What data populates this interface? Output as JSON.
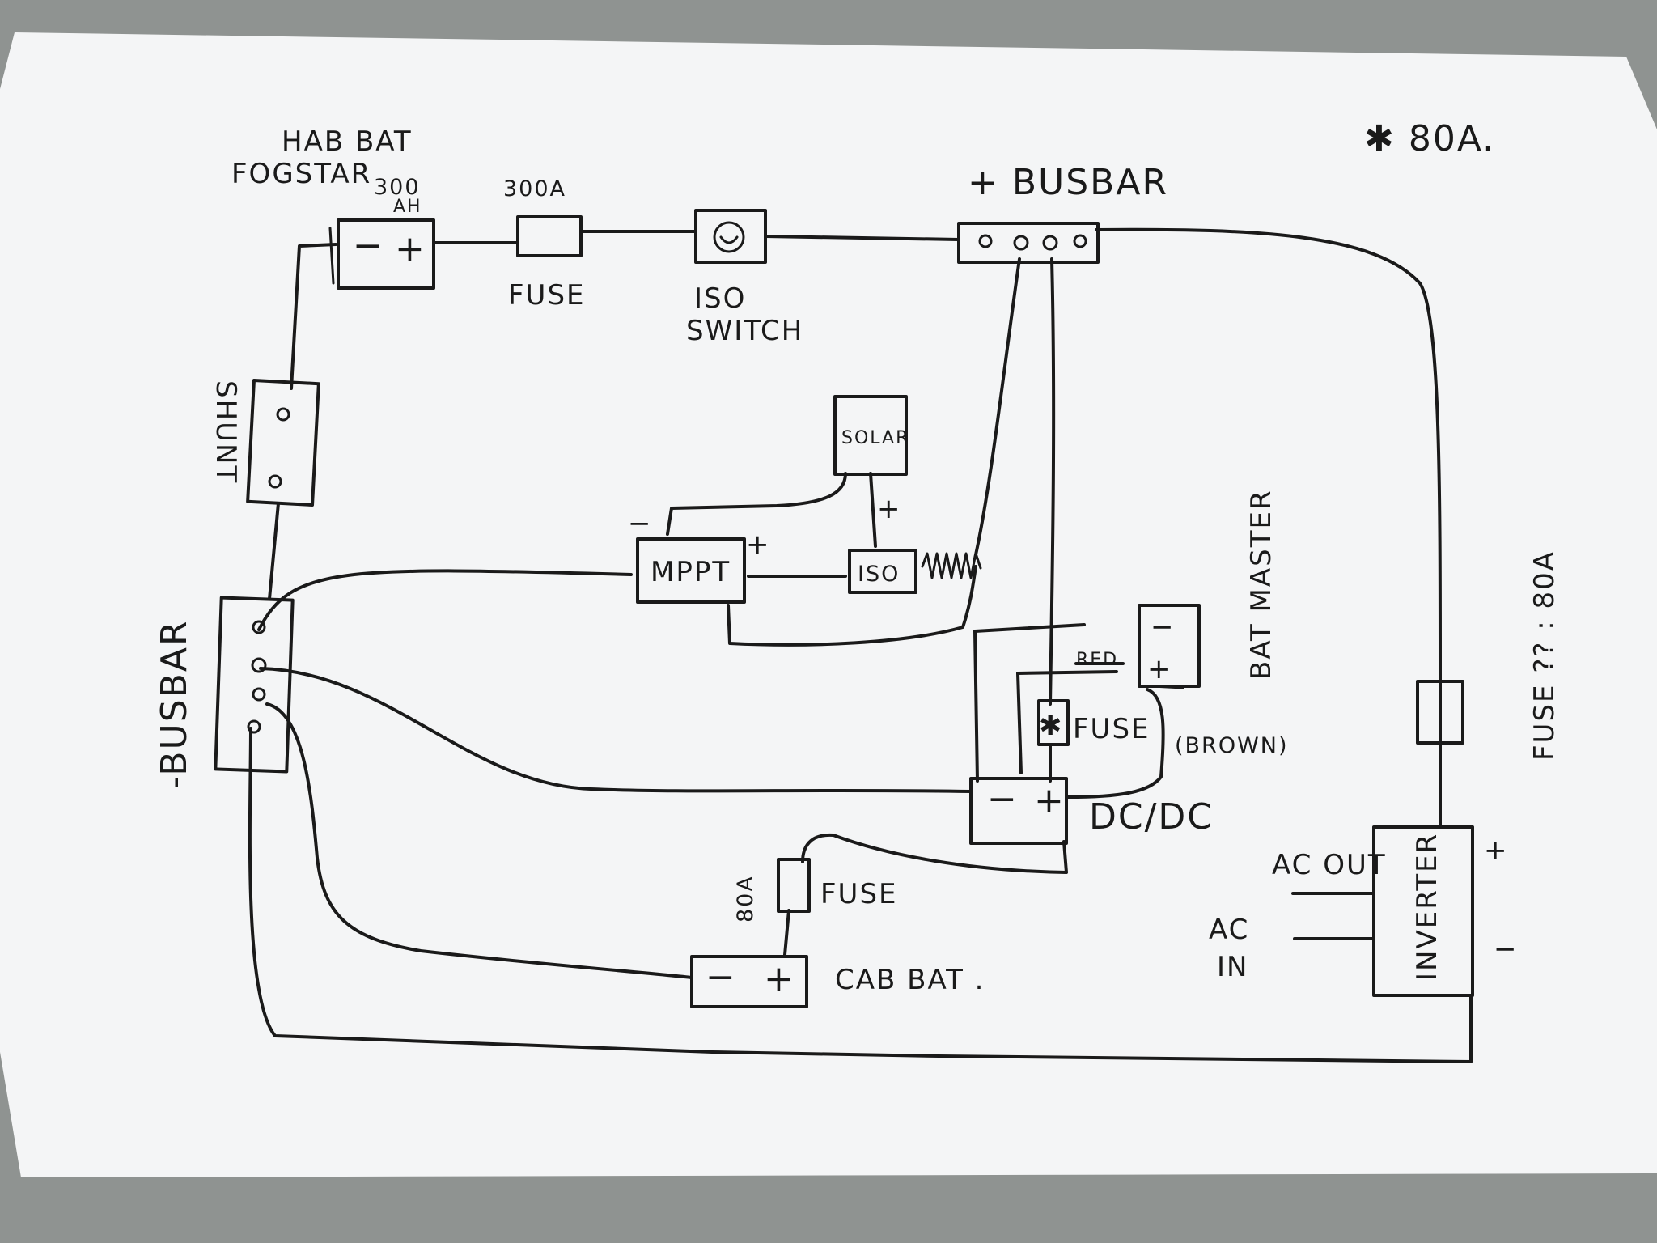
{
  "labels": {
    "hab_bat": "HAB BAT",
    "fogstar": "FOGSTAR",
    "capacity": "300",
    "capacity_unit": "AH",
    "fuse_300a": "300A",
    "fuse_main": "FUSE",
    "isolator_iso": "ISO",
    "isolator_switch": "SWITCH",
    "pos_busbar": "+ BUSBAR",
    "note_star": "✱ 80A.",
    "shunt": "SHUNT",
    "neg_busbar": "-BUSBAR",
    "solar": "SOLAR",
    "mppt": "MPPT",
    "solar_iso": "ISO",
    "red": "RED",
    "brown": "(BROWN)",
    "bat_master": "BAT MASTER",
    "dcdc_fuse": "FUSE",
    "dcdc": "DC/DC",
    "cab_fuse_rating": "80A",
    "cab_fuse": "FUSE",
    "cab_bat": "CAB BAT .",
    "inverter_fuse": "FUSE ?? : 80A",
    "ac_out": "AC OUT",
    "ac_in_ac": "AC",
    "ac_in_in": "IN",
    "inverter": "INVERTER"
  },
  "symbols": {
    "minus": "−",
    "plus": "+",
    "star": "✱"
  },
  "colors": {
    "background": "#8f9391",
    "paper": "#f4f5f6",
    "ink": "#1a1a1a"
  }
}
